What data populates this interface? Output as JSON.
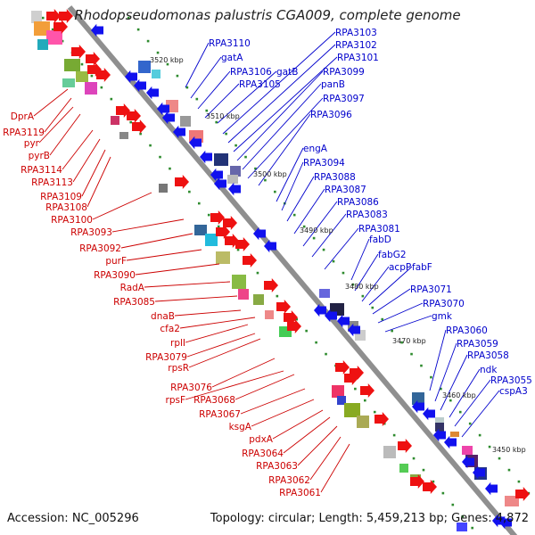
{
  "title": "Rhodopseudomonas palustris CGA009, complete genome",
  "footer": {
    "accession": "Accession: NC_005296",
    "summary": "Topology: circular; Length: 5,459,213 bp; Genes: 4,872"
  },
  "colors": {
    "backbone": "#8f8f8f",
    "ruler_dots": "#2e8b2e",
    "forward_arrows": "#ee1111",
    "reverse_arrows": "#1111ee",
    "left_labels": "#cc0000",
    "right_labels": "#0000cc"
  },
  "ruler_ticks": [
    "3520 kbp",
    "3510 kbp",
    "3500 kbp",
    "3490 kbp",
    "3480 kbp",
    "3470 kbp",
    "3460 kbp",
    "3450 kbp"
  ],
  "left_labels": [
    "DprA",
    "RPA3119",
    "pyr",
    "pyrB",
    "RPA3114",
    "RPA3113",
    "RPA3109",
    "RPA3108",
    "RPA3100",
    "RPA3093",
    "RPA3092",
    "purF",
    "RPA3090",
    "RadA",
    "RPA3085",
    "dnaB",
    "cfa2",
    "rplI",
    "RPA3079",
    "rpsR",
    "RPA3076",
    "rpsF",
    "RPA3068",
    "RPA3067",
    "ksgA",
    "pdxA",
    "RPA3064",
    "RPA3063",
    "RPA3062",
    "RPA3061"
  ],
  "right_labels": [
    "RPA3110",
    "gatA",
    "RPA3106",
    "gatB",
    "RPA3105",
    "RPA3103",
    "RPA3102",
    "RPA3101",
    "RPA3099",
    "panB",
    "RPA3097",
    "RPA3096",
    "engA",
    "RPA3094",
    "RPA3088",
    "RPA3087",
    "RPA3086",
    "RPA3083",
    "RPA3081",
    "fabD",
    "fabG2",
    "acpP",
    "fabF",
    "RPA3071",
    "RPA3070",
    "gmk",
    "RPA3060",
    "RPA3059",
    "RPA3058",
    "ndk",
    "RPA3055",
    "cspA3"
  ]
}
